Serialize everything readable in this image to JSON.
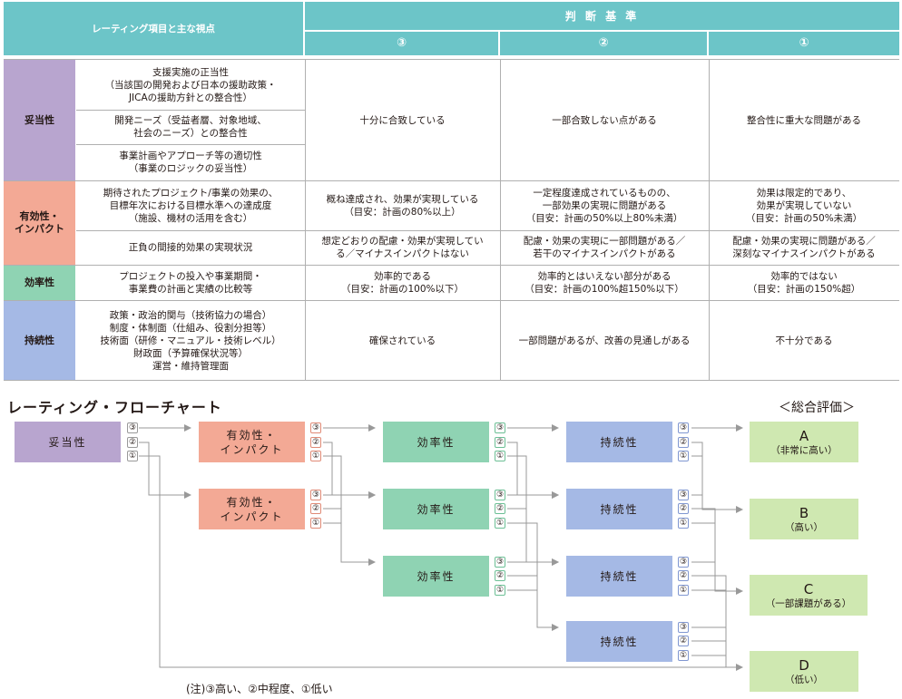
{
  "table": {
    "header": {
      "items_title": "レーティング項目と主な視点",
      "criteria_title": "判 断 基 準",
      "rank3": "③",
      "rank2": "②",
      "rank1": "①"
    },
    "relevance": {
      "label": "妥当性",
      "views": [
        "支援実施の正当性\n（当該国の開発および日本の援助政策・\nJICAの援助方針との整合性）",
        "開発ニーズ（受益者層、対象地域、\n社会のニーズ）との整合性",
        "事業計画やアプローチ等の適切性\n（事業のロジックの妥当性）"
      ],
      "c3": "十分に合致している",
      "c2": "一部合致しない点がある",
      "c1": "整合性に重大な問題がある"
    },
    "effectiveness": {
      "label": "有効性・\nインパクト",
      "views": [
        "期待されたプロジェクト/事業の効果の、\n目標年次における目標水準への達成度\n（施設、機材の活用を含む）",
        "正負の間接的効果の実現状況"
      ],
      "r1c3": "概ね達成され、効果が実現している\n（目安：計画の80%以上）",
      "r1c2": "一定程度達成されているものの、\n一部効果の実現に問題がある\n（目安：計画の50%以上80%未満）",
      "r1c1": "効果は限定的であり、\n効果が実現していない\n（目安：計画の50%未満）",
      "r2c3": "想定どおりの配慮・効果が実現してい\nる／マイナスインパクトはない",
      "r2c2": "配慮・効果の実現に一部問題がある／\n若干のマイナスインパクトがある",
      "r2c1": "配慮・効果の実現に問題がある／\n深刻なマイナスインパクトがある"
    },
    "efficiency": {
      "label": "効率性",
      "view": "プロジェクトの投入や事業期間・\n事業費の計画と実績の比較等",
      "c3": "効率的である\n（目安：計画の100%以下）",
      "c2": "効率的とはいえない部分がある\n（目安：計画の100%超150%以下）",
      "c1": "効率的ではない\n（目安：計画の150%超）"
    },
    "sustainability": {
      "label": "持続性",
      "view": "政策・政治的関与（技術協力の場合）\n制度・体制面（仕組み、役割分担等）\n技術面（研修・マニュアル・技術レベル）\n財政面（予算確保状況等）\n運営・維持管理面",
      "c3": "確保されている",
      "c2": "一部問題があるが、改善の見通しがある",
      "c1": "不十分である"
    }
  },
  "flow": {
    "title": "レーティング・フローチャート",
    "overall_title": "＜総合評価＞",
    "relevance": "妥当性",
    "effectiveness": "有効性・\nインパクト",
    "efficiency": "効率性",
    "sustainability": "持続性",
    "ranks": [
      "③",
      "②",
      "①"
    ],
    "grades": [
      {
        "letter": "A",
        "desc": "（非常に高い）"
      },
      {
        "letter": "B",
        "desc": "（高い）"
      },
      {
        "letter": "C",
        "desc": "（一部課題がある）"
      },
      {
        "letter": "D",
        "desc": "（低い）"
      }
    ],
    "note": "(注)③高い、②中程度、①低い"
  },
  "colors": {
    "header_teal": "#6cc5c8",
    "relevance_purple": "#b8a5cf",
    "effectiveness_salmon": "#f3a995",
    "efficiency_green": "#8fd3b3",
    "sustainability_blue": "#a5b9e5",
    "grade_green": "#cfe8b1"
  }
}
